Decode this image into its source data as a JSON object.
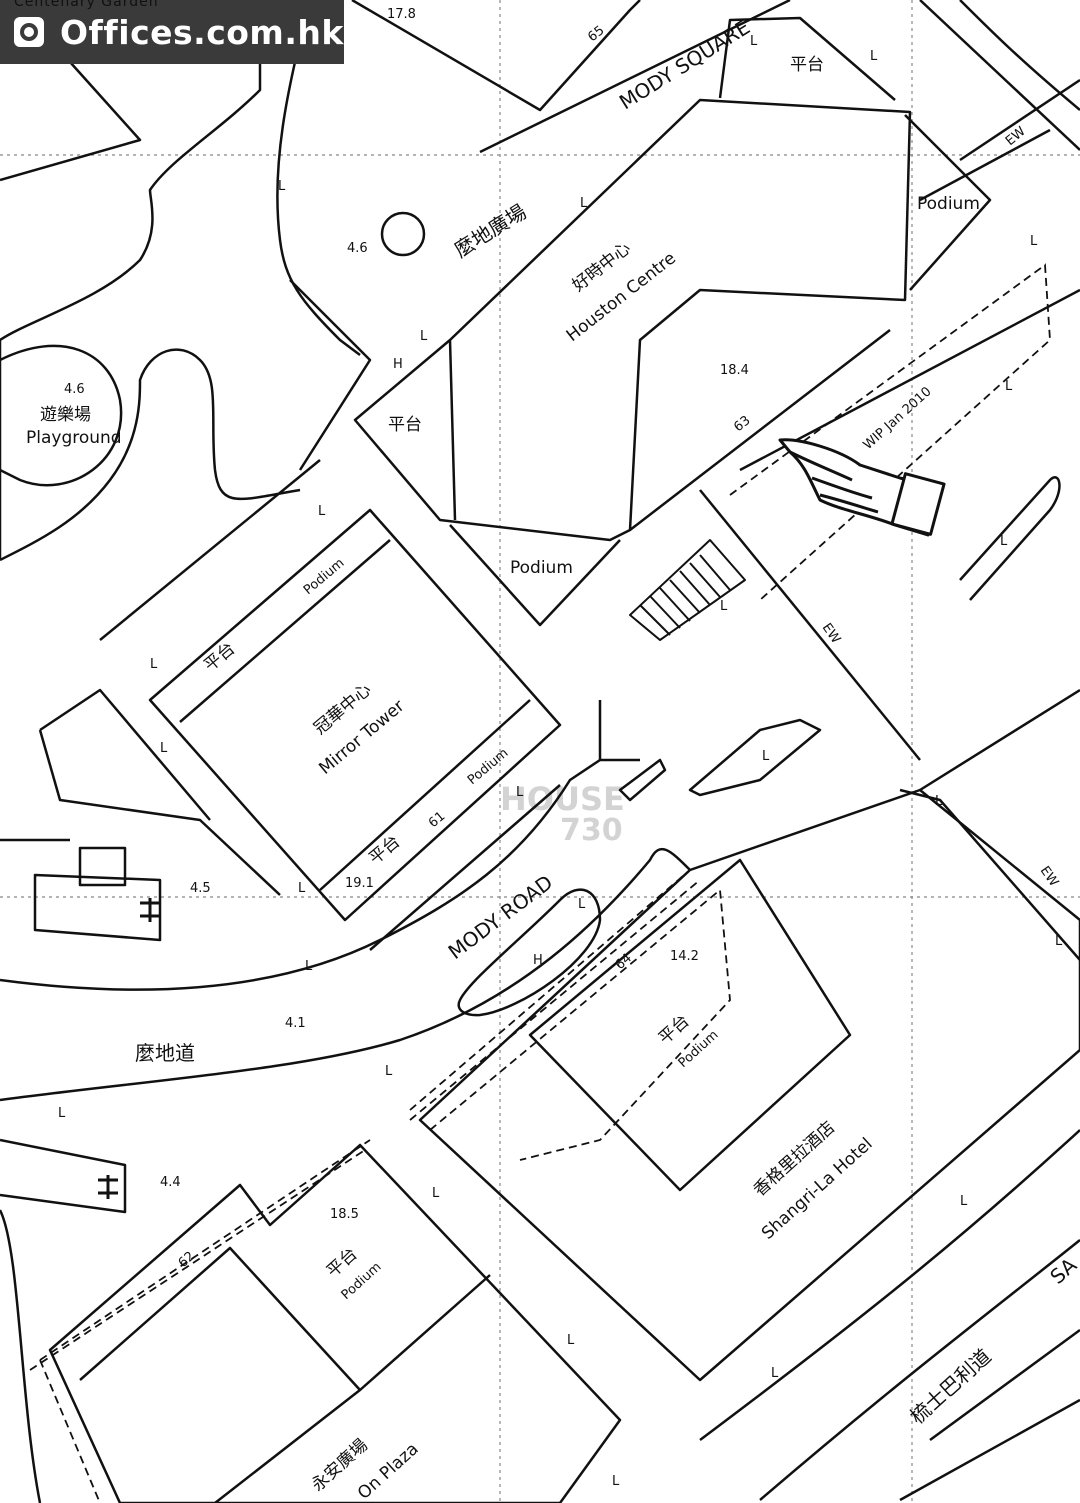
{
  "brand": {
    "site": "Offices.com.hk",
    "top_clip": "Centenary Garden"
  },
  "streets": {
    "mody_square_en": "MODY SQUARE",
    "mody_square_zh": "麼地廣場",
    "mody_road_en": "MODY ROAD",
    "mody_road_zh": "麼地道",
    "salisbury_zh": "梳士巴利道",
    "salisbury_en_clip": "SA"
  },
  "buildings": {
    "houston_zh": "好時中心",
    "houston_en": "Houston Centre",
    "houston_no": "63",
    "mirror_zh": "冠華中心",
    "mirror_en": "Mirror Tower",
    "mirror_no": "61",
    "shangrila_zh": "香格里拉酒店",
    "shangrila_en": "Shangri-La Hotel",
    "shangrila_no": "64",
    "onplaza_zh": "永安廣場",
    "onplaza_en": "On Plaza",
    "onplaza_no": "62",
    "top_no": "65"
  },
  "areas": {
    "playground_zh": "遊樂場",
    "playground_en": "Playground",
    "podium_en": "Podium",
    "podium_zh": "平台"
  },
  "levels": {
    "l178": "17.8",
    "l46a": "4.6",
    "l46b": "4.6",
    "l184": "18.4",
    "l191": "19.1",
    "l45": "4.5",
    "l41": "4.1",
    "l142": "14.2",
    "l44": "4.4",
    "l185": "18.5"
  },
  "annotations": {
    "wip": "WIP Jan 2010",
    "ew": "EW",
    "lamp": "L",
    "hydrant": "H"
  },
  "watermark": {
    "line1": "HOUSE",
    "line2": "730"
  }
}
